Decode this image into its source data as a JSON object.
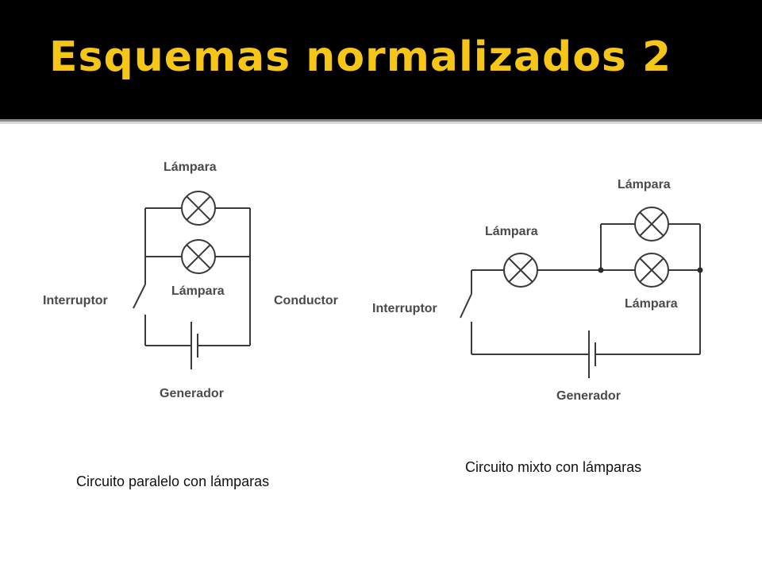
{
  "slide": {
    "title": "Esquemas normalizados 2",
    "title_color": "#f5c518",
    "background_header": "#000000"
  },
  "diagram_left": {
    "label_lamp_top": "Lámpara",
    "label_lamp_bottom": "Lámpara",
    "label_switch": "Interruptor",
    "label_conductor": "Conductor",
    "label_generator": "Generador",
    "caption": "Circuito paralelo con lámparas"
  },
  "diagram_right": {
    "label_lamp_series": "Lámpara",
    "label_lamp_top": "Lámpara",
    "label_lamp_bottom": "Lámpara",
    "label_switch": "Interruptor",
    "label_generator": "Generador",
    "caption": "Circuito mixto con lámparas"
  }
}
